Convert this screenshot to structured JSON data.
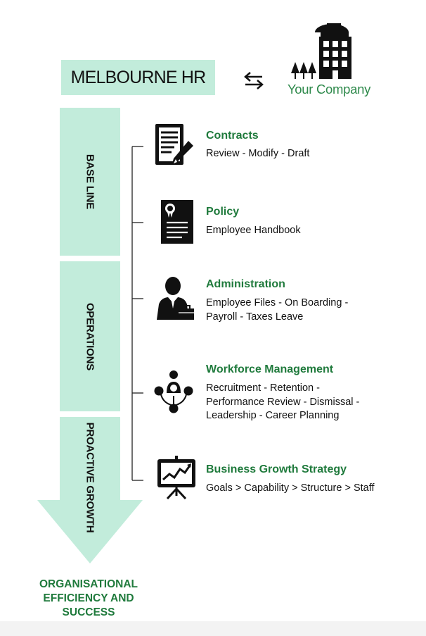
{
  "header": {
    "brand": "MELBOURNE HR",
    "swap_icon": "exchange-arrows-icon",
    "company_icon": "building-with-trees-icon",
    "company_label": "Your Company"
  },
  "stages": [
    {
      "label": "BASE LINE"
    },
    {
      "label": "OPERATIONS"
    },
    {
      "label": "PROACTIVE GROWTH"
    }
  ],
  "outcome": {
    "line1": "ORGANISATIONAL",
    "line2": "EFFICIENCY AND",
    "line3": "SUCCESS"
  },
  "services": [
    {
      "title": "Contracts",
      "icon": "document-pen-icon",
      "lines": [
        "Review - Modify - Draft"
      ]
    },
    {
      "title": "Policy",
      "icon": "certificate-document-icon",
      "lines": [
        "Employee Handbook"
      ]
    },
    {
      "title": "Administration",
      "icon": "person-at-desk-icon",
      "lines": [
        "Employee Files - On Boarding -",
        "Payroll - Taxes Leave"
      ]
    },
    {
      "title": "Workforce Management",
      "icon": "team-network-icon",
      "lines": [
        "Recruitment - Retention -",
        "Performance Review - Dismissal -",
        "Leadership - Career Planning"
      ]
    },
    {
      "title": "Business Growth Strategy",
      "icon": "growth-chart-board-icon",
      "lines": [
        "Goals > Capability > Structure > Staff"
      ]
    }
  ],
  "colors": {
    "mint": "#c2ecdb",
    "green_text": "#1f7a3c",
    "company_green": "#2f8a4c"
  }
}
